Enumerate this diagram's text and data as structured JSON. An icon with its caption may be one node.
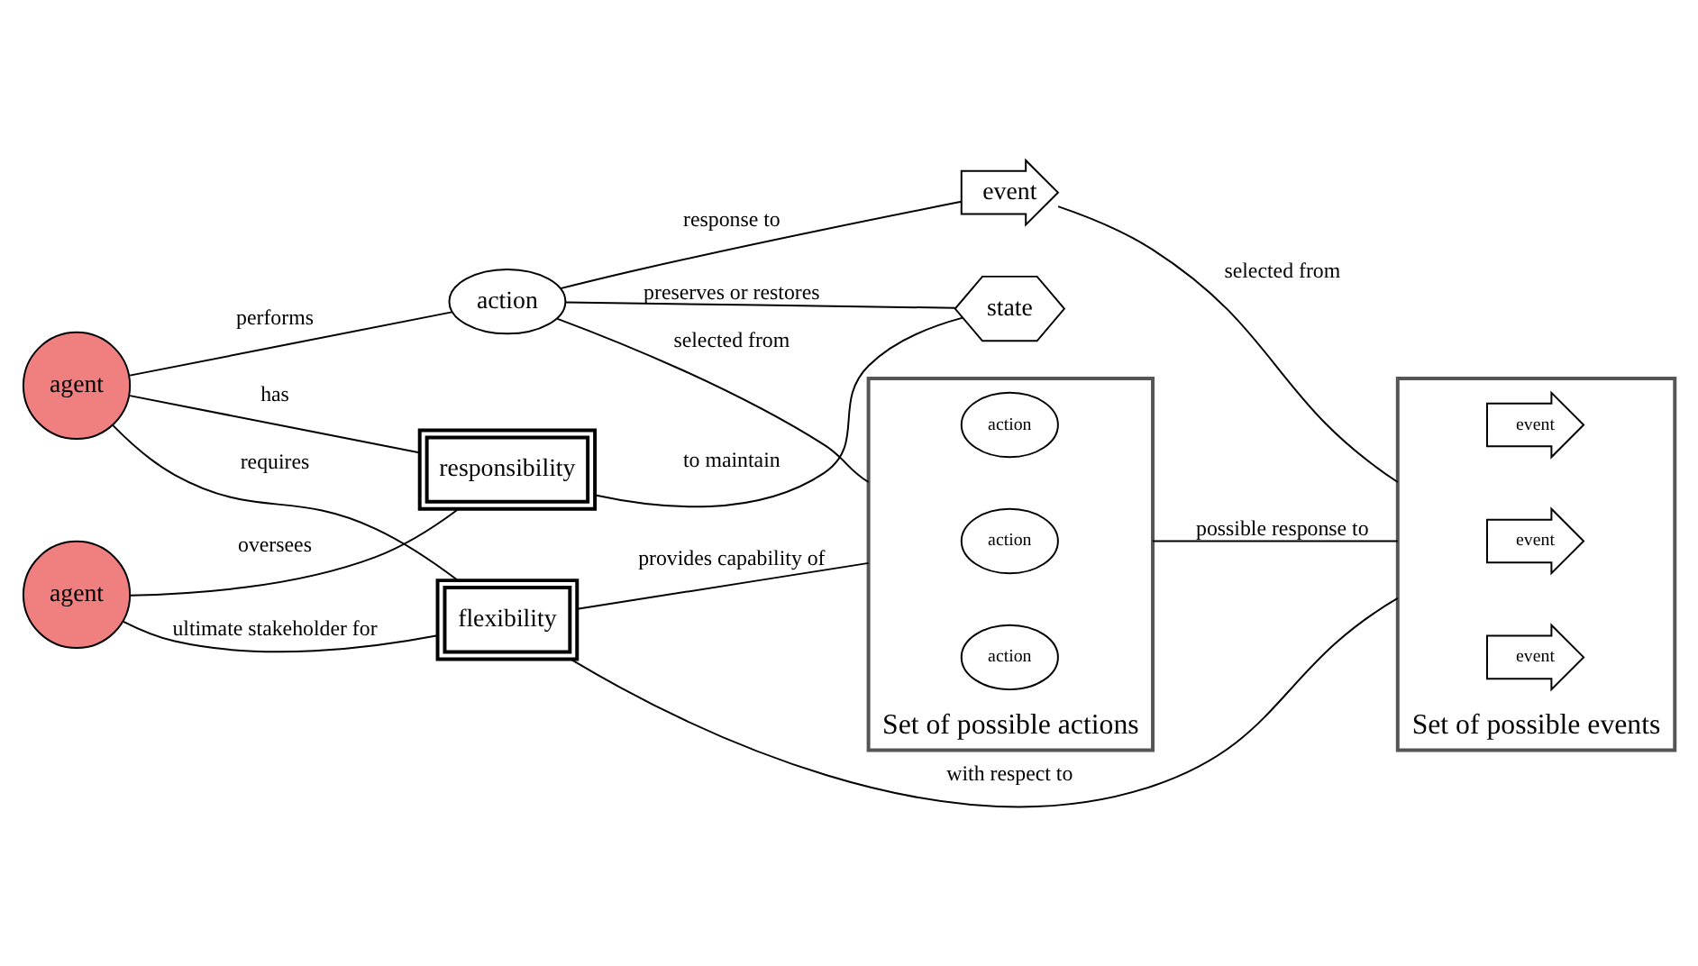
{
  "diagram": {
    "nodes": [
      {
        "text": [
          "agent"
        ]
      },
      {
        "text": [
          "responsibility"
        ]
      },
      {
        "text": [
          "agent"
        ]
      },
      {
        "text": [
          "flexibility"
        ]
      },
      {
        "text": [
          "state"
        ]
      },
      {
        "text": [
          "action"
        ]
      },
      {
        "text": [
          "Set of possible actions"
        ]
      },
      {
        "text": [
          "action"
        ],
        "in": 6
      },
      {
        "text": [
          "action"
        ],
        "in": 6
      },
      {
        "text": [
          "action"
        ],
        "in": 6
      },
      {
        "text": [
          "event"
        ]
      },
      {
        "text": [
          "Set of possible events"
        ]
      },
      {
        "text": [
          "event"
        ],
        "in": 11
      },
      {
        "text": [
          "event"
        ],
        "in": 11
      },
      {
        "text": [
          "event"
        ],
        "in": 11
      }
    ],
    "edges": [
      {
        "from": 0,
        "to": 3,
        "arrow": "none",
        "label": "ultimate stakeholder for"
      },
      {
        "from": 0,
        "to": 1,
        "arrow": "none",
        "label": "oversees"
      },
      {
        "from": 2,
        "to": 1,
        "arrow": "none",
        "label": "has"
      },
      {
        "from": 2,
        "to": 3,
        "arrow": "none",
        "label": "requires"
      },
      {
        "from": 1,
        "to": 4,
        "arrow": "none",
        "label": "to maintain"
      },
      {
        "from": 5,
        "to": 4,
        "arrow": "none",
        "label": "preserves or restores"
      },
      {
        "from": 2,
        "to": 5,
        "arrow": "none",
        "label": "performs"
      },
      {
        "from": 3,
        "to": 6,
        "arrow": "none",
        "label": "provides capability of"
      },
      {
        "from": 3,
        "to": 11,
        "arrow": "none",
        "label": "with respect to"
      },
      {
        "from": 5,
        "to": 6,
        "arrow": "none",
        "label": "selected from"
      },
      {
        "from": 5,
        "to": 10,
        "arrow": "none",
        "label": "response to"
      },
      {
        "from": 10,
        "to": 11,
        "arrow": "none",
        "label": "selected from"
      },
      {
        "from": 6,
        "to": 11,
        "arrow": "none",
        "label": "possible response to"
      }
    ]
  }
}
